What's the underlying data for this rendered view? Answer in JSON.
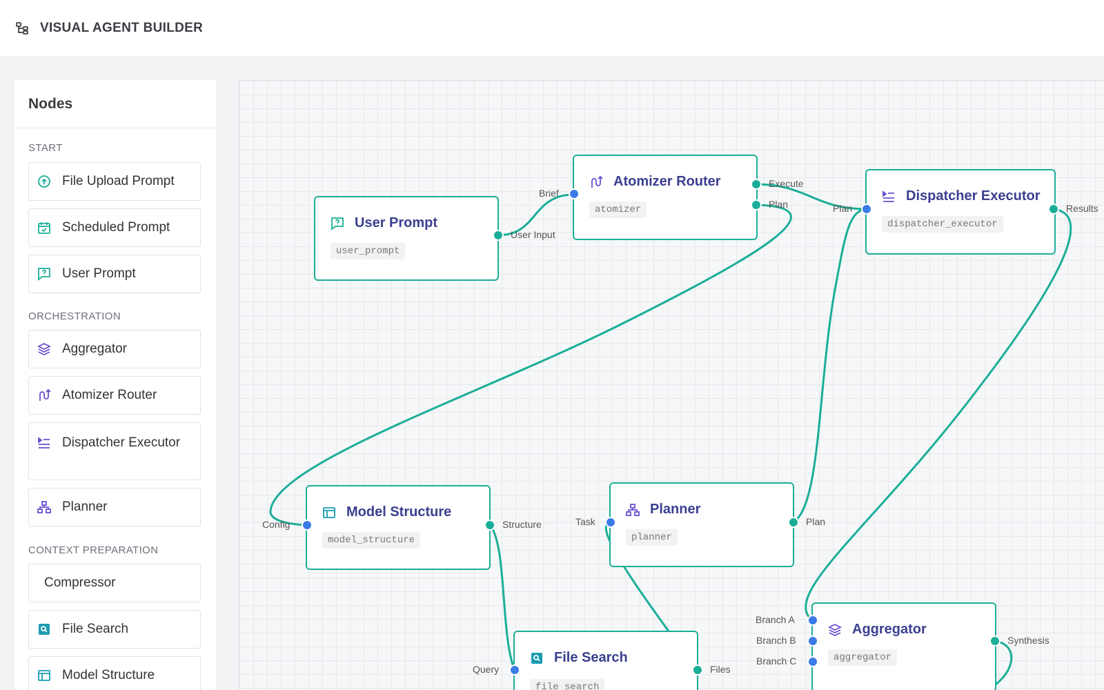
{
  "header": {
    "title": "VISUAL AGENT BUILDER",
    "logo_icon": "sitemap-icon"
  },
  "sidebar": {
    "title": "Nodes",
    "sections": [
      {
        "label": "START",
        "items": [
          {
            "label": "File Upload Prompt",
            "icon": "cloud-upload-icon"
          },
          {
            "label": "Scheduled Prompt",
            "icon": "calendar-check-icon"
          },
          {
            "label": "User Prompt",
            "icon": "chat-question-icon"
          }
        ]
      },
      {
        "label": "ORCHESTRATION",
        "items": [
          {
            "label": "Aggregator",
            "icon": "layers-icon"
          },
          {
            "label": "Atomizer Router",
            "icon": "route-icon"
          },
          {
            "label": "Dispatcher Executor",
            "icon": "list-play-icon"
          },
          {
            "label": "Planner",
            "icon": "hierarchy-icon"
          }
        ]
      },
      {
        "label": "CONTEXT PREPARATION",
        "items": [
          {
            "label": "Compressor"
          },
          {
            "label": "File Search",
            "icon": "file-search-icon"
          },
          {
            "label": "Model Structure",
            "icon": "table-layout-icon"
          }
        ]
      }
    ]
  },
  "graph": {
    "accent": "#1aae97",
    "input_port_color": "#3b7be8",
    "title_color": "#3a3f8f",
    "nodes": {
      "user_prompt": {
        "name": "User Prompt",
        "id": "user_prompt",
        "ports": {
          "out": "User Input"
        }
      },
      "atomizer": {
        "name": "Atomizer Router",
        "id": "atomizer",
        "ports": {
          "in": "Brief",
          "out1": "Execute",
          "out2": "Plan"
        }
      },
      "dispatcher": {
        "name": "Dispatcher Executor",
        "id": "dispatcher_executor",
        "ports": {
          "in": "Plan",
          "out": "Results"
        }
      },
      "model_structure": {
        "name": "Model Structure",
        "id": "model_structure",
        "ports": {
          "in": "Config",
          "out": "Structure"
        }
      },
      "planner": {
        "name": "Planner",
        "id": "planner",
        "ports": {
          "in": "Task",
          "out": "Plan"
        }
      },
      "file_search": {
        "name": "File Search",
        "id": "file_search",
        "ports": {
          "in": "Query",
          "out": "Files"
        }
      },
      "aggregator": {
        "name": "Aggregator",
        "id": "aggregator",
        "ports": {
          "in1": "Branch A",
          "in2": "Branch B",
          "in3": "Branch C",
          "out": "Synthesis"
        }
      }
    }
  }
}
